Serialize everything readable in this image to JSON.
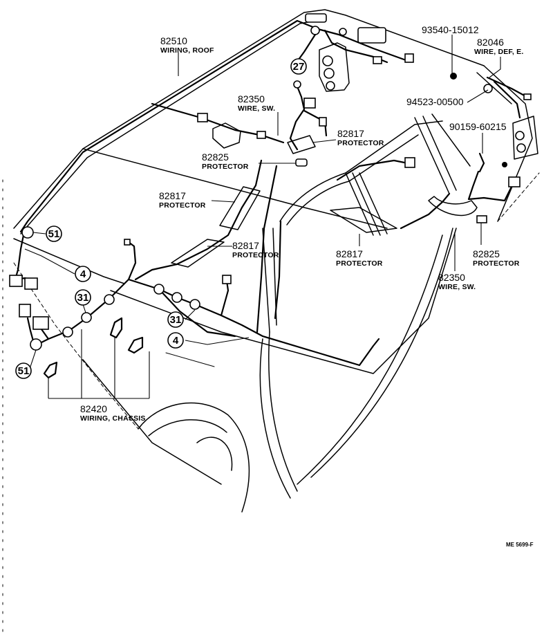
{
  "parts": {
    "p82510": {
      "number": "82510",
      "desc": "WIRING, ROOF"
    },
    "p93540": {
      "number": "93540-15012"
    },
    "p82046": {
      "number": "82046",
      "desc": "WIRE, DEF, E."
    },
    "p94523": {
      "number": "94523-00500"
    },
    "p82350a": {
      "number": "82350",
      "desc": "WIRE, SW."
    },
    "p82817a": {
      "number": "82817",
      "desc": "PROTECTOR"
    },
    "p82825a": {
      "number": "82825",
      "desc": "PROTECTOR"
    },
    "p90159": {
      "number": "90159-60215"
    },
    "p82817b": {
      "number": "82817",
      "desc": "PROTECTOR"
    },
    "p82817c": {
      "number": "82817",
      "desc": "PROTECTOR"
    },
    "p82817d": {
      "number": "82817",
      "desc": "PROTECTOR"
    },
    "p82825b": {
      "number": "82825",
      "desc": "PROTECTOR"
    },
    "p82350b": {
      "number": "82350",
      "desc": "WIRE, SW."
    },
    "p82420": {
      "number": "82420",
      "desc": "WIRING, CHASSIS"
    }
  },
  "callouts": {
    "c27": "27",
    "c51a": "51",
    "c4a": "4",
    "c31a": "31",
    "c31b": "31",
    "c4b": "4",
    "c51b": "51"
  },
  "footer_code": "ME 5699-F"
}
